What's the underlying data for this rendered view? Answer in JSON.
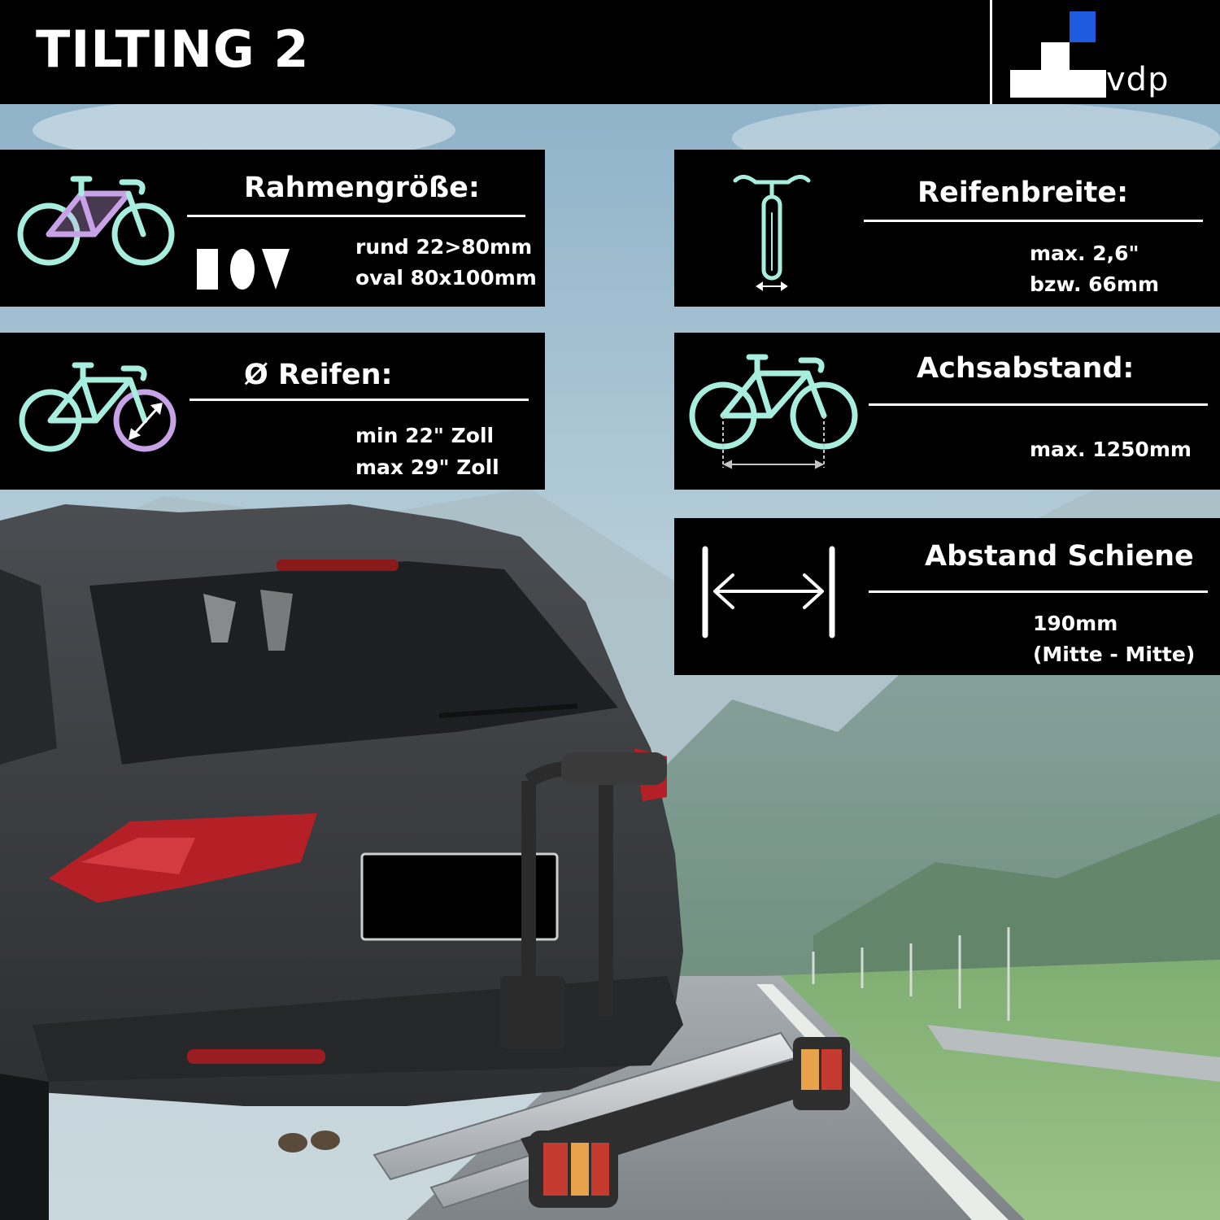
{
  "header": {
    "title": "TILTING 2",
    "logo_text": "vdp"
  },
  "specs": {
    "frame": {
      "title": "Rahmengröße:",
      "line1": "rund 22>80mm",
      "line2": "oval 80x100mm"
    },
    "tire_width": {
      "title": "Reifenbreite:",
      "line1": "max. 2,6\"",
      "line2": "bzw. 66mm"
    },
    "wheel_diameter": {
      "title": "Ø Reifen:",
      "line1": "min 22\" Zoll",
      "line2": "max 29\" Zoll"
    },
    "wheelbase": {
      "title": "Achsabstand:",
      "line1": "max. 1250mm"
    },
    "rail_spacing": {
      "title": "Abstand Schiene",
      "line1": "190mm",
      "line2": "(Mitte - Mitte)"
    }
  },
  "colors": {
    "panel_bg": "#000000",
    "text": "#ffffff",
    "icon_cyan": "#a8eedf",
    "icon_purple": "#c8a2e6",
    "logo_blue": "#1f5be0"
  },
  "icons": [
    "bicycle-icon",
    "frame-shapes-icon",
    "tire-width-icon",
    "wheel-diameter-icon",
    "wheelbase-icon",
    "rail-spacing-arrow-icon"
  ]
}
